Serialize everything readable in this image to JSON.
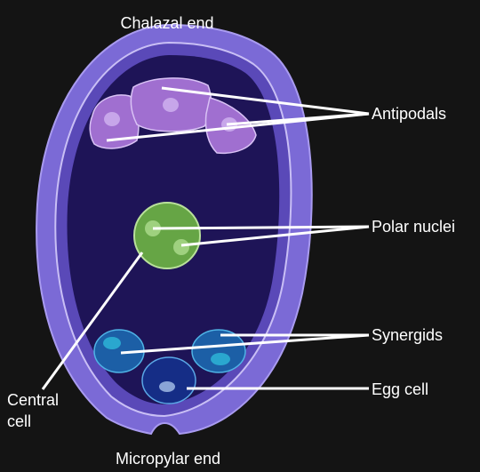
{
  "labels": {
    "top": "Chalazal end",
    "bottom": "Micropylar end",
    "antipodals": "Antipodals",
    "polar_nuclei": "Polar nuclei",
    "synergids": "Synergids",
    "egg_cell": "Egg cell",
    "central_cell_line1": "Central",
    "central_cell_line2": "cell"
  },
  "colors": {
    "background": "#141414",
    "outer_integument": "#7b6ad6",
    "inner_cavity": "#1e1457",
    "antipodal_cell": "#a06fd0",
    "polar_nucleus_cell": "#66a545",
    "synergid_cell": "#1c5fa6",
    "egg_cell": "#152d86",
    "leader_line": "#ffffff"
  }
}
